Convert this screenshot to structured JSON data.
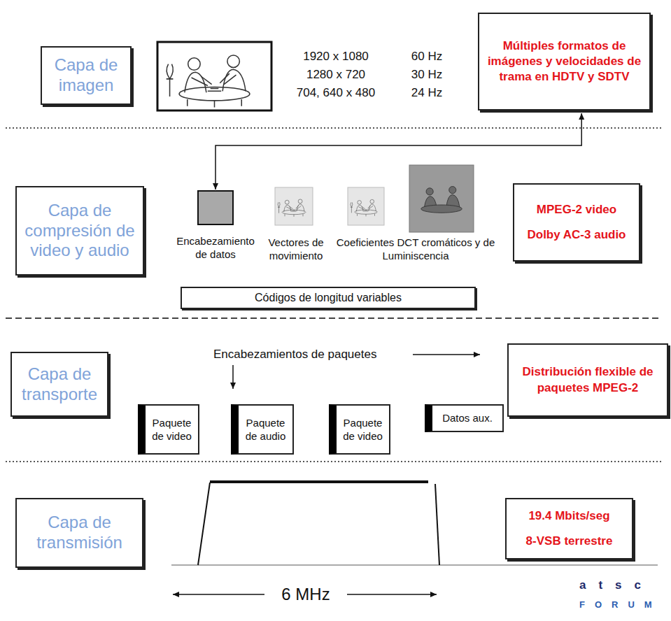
{
  "diagram": {
    "nodes": [
      {
        "text": [
          "Capa de imagen"
        ]
      },
      {
        "text": [
          "Múltiples formatos de imágenes y velocidades de trama en HDTV y SDTV"
        ]
      },
      {
        "text": [
          "Encabezamiento de datos"
        ]
      },
      {
        "text": [
          "Capa de compresión de video y audio"
        ]
      },
      {
        "text": [
          "MPEG-2 video",
          "Dolby AC-3 audio"
        ]
      },
      {
        "text": [
          "Códigos de longitud variables"
        ]
      },
      {
        "text": [
          "Capa de transporte"
        ]
      },
      {
        "text": [
          "Distribución flexible de paquetes MPEG-2"
        ]
      },
      {
        "text": [
          "Paquete de video"
        ]
      },
      {
        "text": [
          "Paquete de audio"
        ]
      },
      {
        "text": [
          "Paquete de video"
        ]
      },
      {
        "text": [
          "Datos aux."
        ]
      },
      {
        "text": [
          "Capa de transmisión"
        ]
      },
      {
        "text": [
          "19.4 Mbits/seg",
          "8-VSB terrestre"
        ]
      }
    ],
    "edges": [
      {
        "from": 1,
        "to": 2,
        "arrow": "both"
      }
    ],
    "labels": [
      "1920 x 1080",
      "1280 x 720",
      "704, 640 x 480",
      "60 Hz",
      "30 Hz",
      "24 Hz",
      "Vectores de movimiento",
      "Coeficientes DCT cromáticos y de Luminiscencia",
      "Encabezamientos de paquetes",
      "6 MHz",
      "atsc",
      "FORUM"
    ]
  }
}
